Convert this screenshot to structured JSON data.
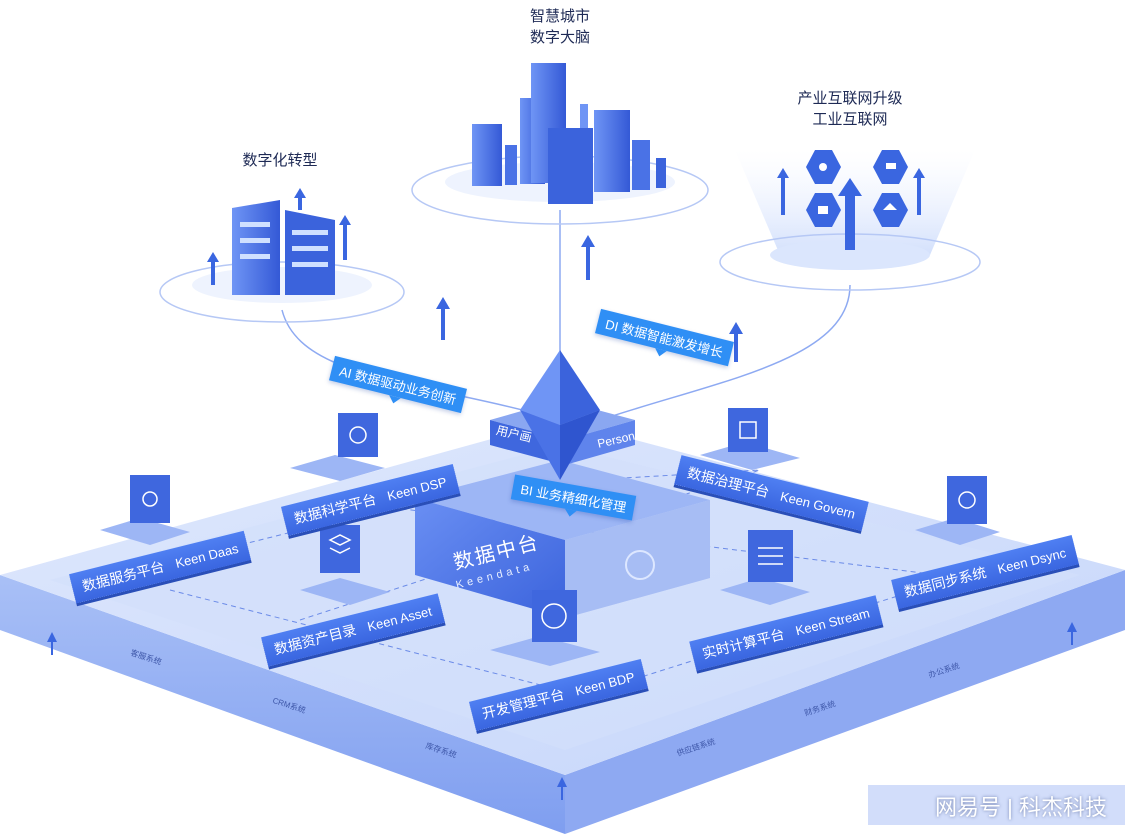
{
  "top_labels": {
    "city_line1": "智慧城市",
    "city_line2": "数字大脑",
    "digital": "数字化转型",
    "industrial_line1": "产业互联网升级",
    "industrial_line2": "工业互联网"
  },
  "callouts": {
    "ai": "AI 数据驱动业务创新",
    "di": "DI 数据智能激发增长",
    "bi": "BI 业务精细化管理"
  },
  "core": {
    "title": "数据中台",
    "subtitle": "Keendata",
    "persona_left": "用户画",
    "persona_right": "Persona"
  },
  "modules": {
    "dsp": {
      "zh": "数据科学平台",
      "en": "Keen DSP"
    },
    "govern": {
      "zh": "数据治理平台",
      "en": "Keen Govern"
    },
    "daas": {
      "zh": "数据服务平台",
      "en": "Keen Daas"
    },
    "dsync": {
      "zh": "数据同步系统",
      "en": "Keen Dsync"
    },
    "asset": {
      "zh": "数据资产目录",
      "en": "Keen Asset"
    },
    "stream": {
      "zh": "实时计算平台",
      "en": "Keen Stream"
    },
    "bdp": {
      "zh": "开发管理平台",
      "en": "Keen BDP"
    }
  },
  "systems": {
    "kefu": "客服系统",
    "crm": "CRM系统",
    "kucun": "库存系统",
    "gongying": "供应链系统",
    "caiwu": "财务系统",
    "bangong": "办公系统"
  },
  "watermark": "网易号 | 科杰科技",
  "colors": {
    "primary": "#3a66e0",
    "accent": "#2f8ff5",
    "platform": "#b9cbf7"
  }
}
